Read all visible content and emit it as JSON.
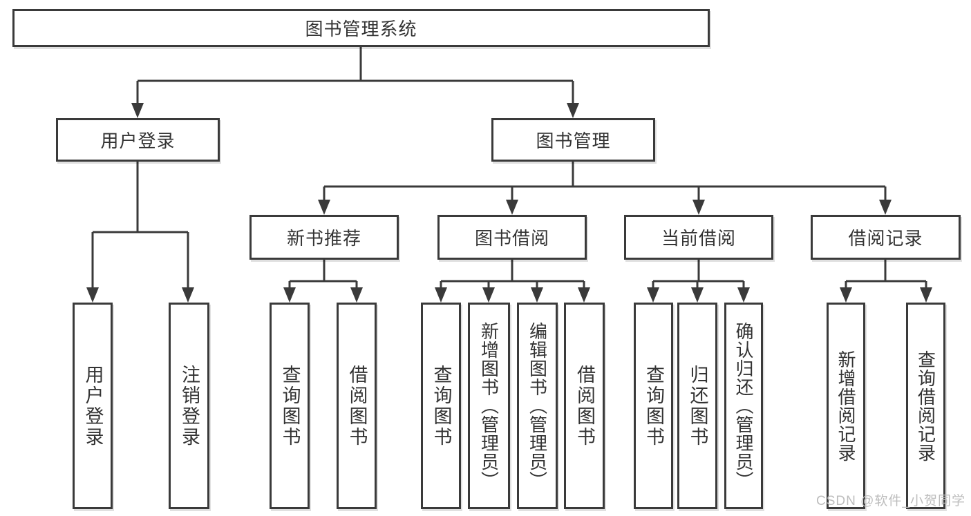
{
  "diagram": {
    "watermark": "CSDN @软件_小贺同学",
    "colors": {
      "line": "#3a3a3a",
      "text": "#333333",
      "box_background": "#ffffff",
      "watermark": "#bdbdbd"
    },
    "tree": {
      "root": {
        "label": "图书管理系统"
      },
      "branches": [
        {
          "label": "用户登录",
          "children": [
            {
              "label": "用户登录"
            },
            {
              "label": "注销登录"
            }
          ]
        },
        {
          "label": "图书管理",
          "children": [
            {
              "label": "新书推荐",
              "children": [
                {
                  "label": "查询图书"
                },
                {
                  "label": "借阅图书"
                }
              ]
            },
            {
              "label": "图书借阅",
              "children": [
                {
                  "label": "查询图书"
                },
                {
                  "label": "新增图书（管理员）"
                },
                {
                  "label": "编辑图书（管理员）"
                },
                {
                  "label": "借阅图书"
                }
              ]
            },
            {
              "label": "当前借阅",
              "children": [
                {
                  "label": "查询图书"
                },
                {
                  "label": "归还图书"
                },
                {
                  "label": "确认归还（管理员）"
                }
              ]
            },
            {
              "label": "借阅记录",
              "children": [
                {
                  "label": "新增借阅记录"
                },
                {
                  "label": "查询借阅记录"
                }
              ]
            }
          ]
        }
      ]
    }
  }
}
